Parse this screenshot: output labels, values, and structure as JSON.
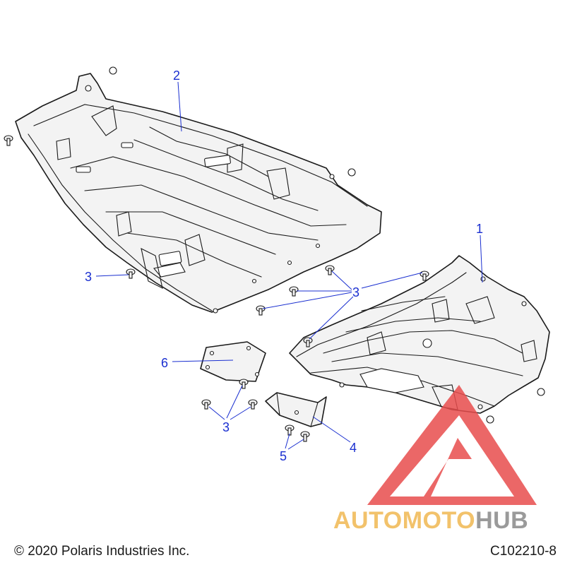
{
  "diagram": {
    "callouts": [
      "1",
      "2",
      "3",
      "3",
      "3",
      "4",
      "5",
      "6"
    ]
  },
  "footer": {
    "copyright": "© 2020 Polaris Industries Inc.",
    "code": "C102210-8"
  },
  "watermark": {
    "part1": "AUTOMOTO",
    "part2": "HUB",
    "color_part1": "#f2c26b",
    "color_part2": "#9a9a9a",
    "logo_color": "#e84c4c"
  }
}
